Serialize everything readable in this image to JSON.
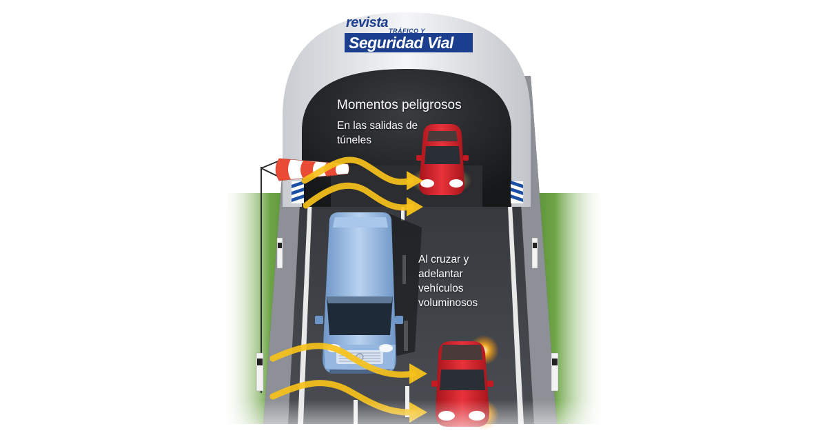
{
  "logo": {
    "revista": "revista",
    "trafico": "TRÁFICO Y",
    "seguridad": "Seguridad Vial"
  },
  "heading": "Momentos peligrosos",
  "scenario_tunnel": "En las salidas de túneles",
  "scenario_overtake": "Al cruzar y adelantar vehículos voluminosos",
  "colors": {
    "brand_blue": "#1b3f8e",
    "car_red": "#d8222b",
    "van_blue": "#8fb4de",
    "wind_arrow": "#f7c21b",
    "road": "#3a3d42",
    "grass": "#5e9a3a"
  }
}
